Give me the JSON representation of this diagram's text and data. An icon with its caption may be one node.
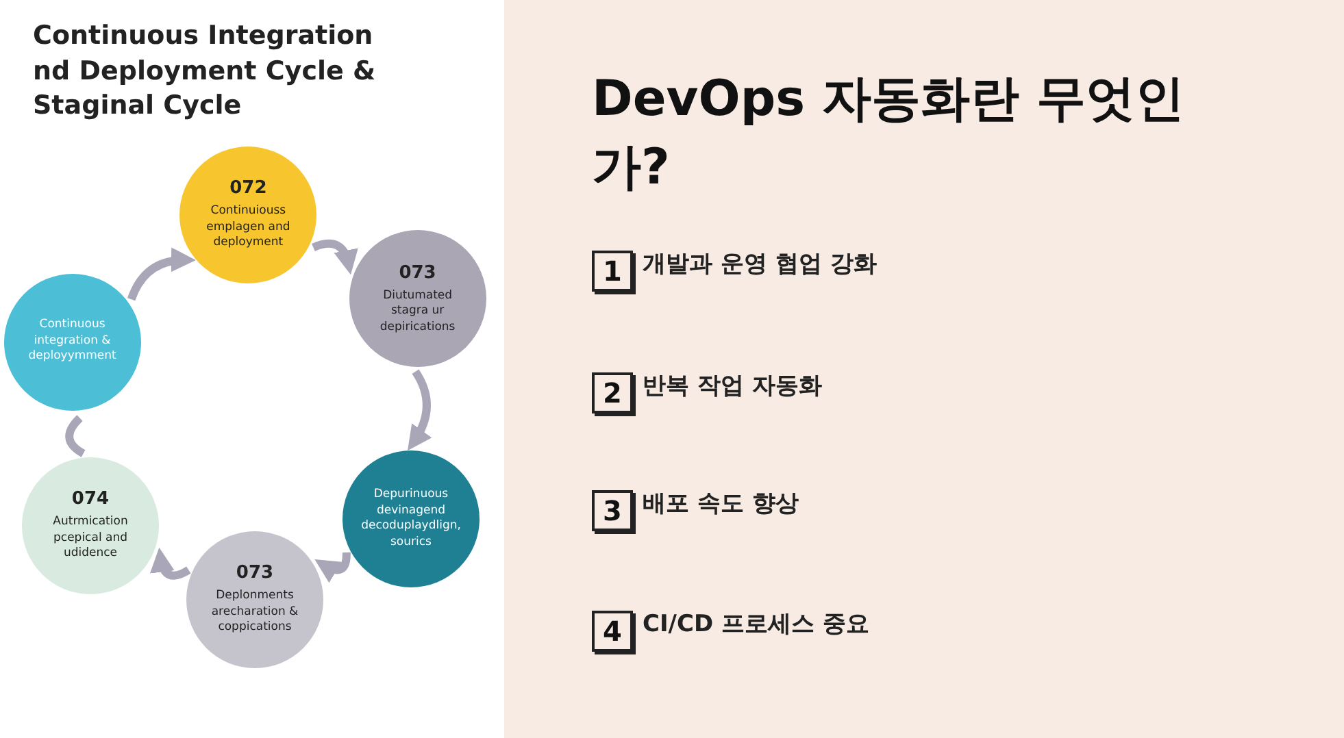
{
  "diagram": {
    "title": "DevOps 자동화란 무엇인가?",
    "nodes": [
      {
        "text": [
          "072",
          "Continuiouss emplagen and deployment"
        ]
      },
      {
        "text": [
          "073",
          "Diutumated stagra ur depirications"
        ]
      },
      {
        "text": [
          "Depurinuous devinagend decoduplaydlign, sourics"
        ]
      },
      {
        "text": [
          "073",
          "Deplonments arecharation & coppications"
        ]
      },
      {
        "text": [
          "074",
          "Autrmication pcepical and udidence"
        ]
      },
      {
        "text": [
          "Continuous integration & deployymment"
        ]
      },
      {
        "text": [
          "1"
        ],
        "beside": [
          "개발과 운영 협업 강화"
        ]
      },
      {
        "text": [
          "2"
        ],
        "beside": [
          "반복 작업 자동화"
        ]
      },
      {
        "text": [
          "3"
        ],
        "beside": [
          "배포 속도 향상"
        ]
      },
      {
        "text": [
          "4"
        ],
        "beside": [
          "CI/CD 프로세스 중요"
        ]
      }
    ],
    "edges": [
      {
        "from": 0,
        "to": 1,
        "arrow": "to"
      },
      {
        "from": 1,
        "to": 2,
        "arrow": "to"
      },
      {
        "from": 2,
        "to": 3,
        "arrow": "to"
      },
      {
        "from": 3,
        "to": 4,
        "arrow": "to"
      },
      {
        "from": 4,
        "to": 5,
        "arrow": "none"
      },
      {
        "from": 5,
        "to": 0,
        "arrow": "to"
      }
    ],
    "labels": [
      "Continuous Integration nd Deployment Cycle & Staginal Cycle"
    ]
  }
}
